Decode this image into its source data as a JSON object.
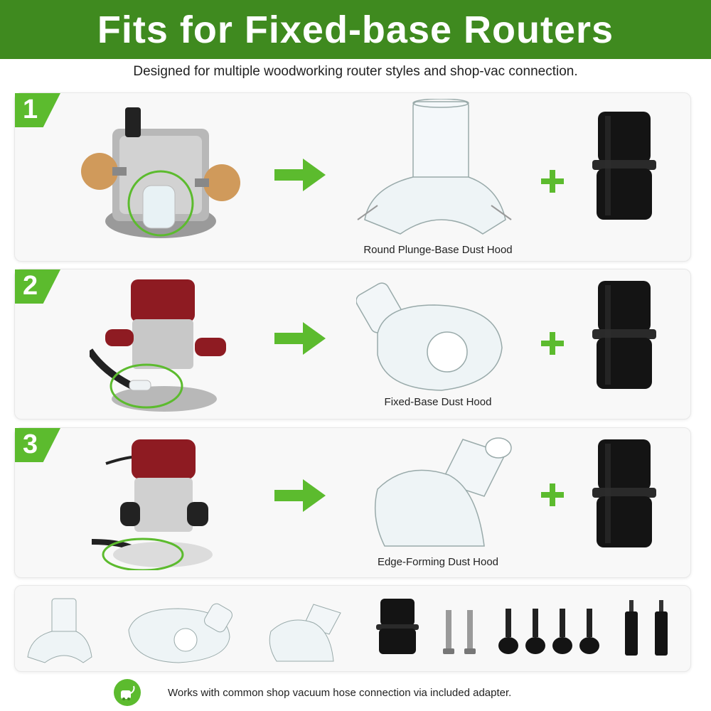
{
  "banner": {
    "title": "Fits for Fixed-base Routers"
  },
  "subtitle": "Designed for multiple woodworking router styles and shop-vac connection.",
  "rows": [
    {
      "number": "1",
      "hood_label": "Round Plunge-Base Dust Hood"
    },
    {
      "number": "2",
      "hood_label": "Fixed-Base Dust Hood"
    },
    {
      "number": "3",
      "hood_label": "Edge-Forming Dust Hood"
    }
  ],
  "footer": {
    "text": "Works with common shop vacuum hose connection via included adapter."
  },
  "colors": {
    "banner_green": "#3f8a1f",
    "accent_green": "#5cbb2e",
    "panel_bg": "#f8f8f8",
    "adapter_black": "#141414",
    "router_red": "#8e1b22"
  },
  "icons": [
    "arrow-right-icon",
    "plus-icon",
    "vacuum-icon"
  ]
}
